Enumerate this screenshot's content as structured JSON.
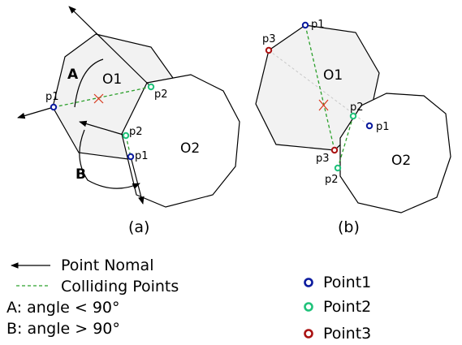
{
  "panel_a": {
    "caption": "(a)",
    "o1": "O1",
    "o2": "O2",
    "label_A": "A",
    "label_B": "B",
    "p1_left": "p1",
    "p2_top": "p2",
    "p2_mid": "p2",
    "p1_mid": "p1"
  },
  "panel_b": {
    "caption": "(b)",
    "o1": "O1",
    "o2": "O2",
    "p1_top": "p1",
    "p3_top": "p3",
    "p2_mid": "p2",
    "p1_mid": "p1",
    "p3_bot": "p3",
    "p2_bot": "p2"
  },
  "legend_left": {
    "point_normal": "Point Nomal",
    "colliding_points": "Colliding Points",
    "angle_a": "A:  angle <  90°",
    "angle_b": "B:  angle >  90°"
  },
  "legend_right": {
    "point1": "Point1",
    "point2": "Point2",
    "point3": "Point3"
  },
  "colors": {
    "point1": "#0a1a9e",
    "point2": "#1fc27a",
    "point3": "#aa1111",
    "colliding_line": "#2ca02c",
    "center_cross": "#d83a1e",
    "o1_fill": "#f2f2f2"
  }
}
